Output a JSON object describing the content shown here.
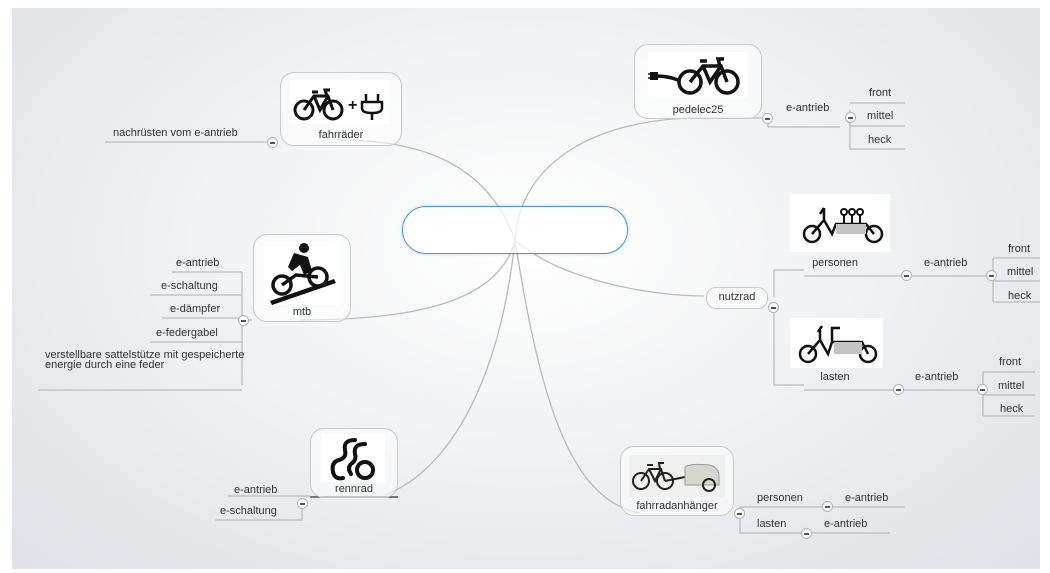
{
  "central": "",
  "nodes": {
    "fahrraeder": {
      "caption": "fahrräder",
      "plug_text": "+",
      "child": "nachrüsten vom e-antrieb"
    },
    "pedelec": {
      "caption": "pedelec25",
      "e_antrieb": "e-antrieb",
      "children": [
        "front",
        "mittel",
        "heck"
      ]
    },
    "mtb": {
      "caption": "mtb",
      "children": [
        "e-antrieb",
        "e-schaltung",
        "e-dämpfer",
        "e-federgabel"
      ],
      "long": "verstellbare sattelstütze mit gespeicherte energie durch eine feder"
    },
    "nutzrad": {
      "caption": "nutzrad",
      "personen": {
        "caption": "personen",
        "e_antrieb": "e-antrieb",
        "children": [
          "front",
          "mittel",
          "heck"
        ]
      },
      "lasten": {
        "caption": "lasten",
        "e_antrieb": "e-antrieb",
        "children": [
          "front",
          "mittel",
          "heck"
        ]
      }
    },
    "rennrad": {
      "caption": "rennrad",
      "children": [
        "e-antrieb",
        "e-schaltung"
      ]
    },
    "anhaenger": {
      "caption": "fahrradanhänger",
      "personen": "personen",
      "lasten": "lasten",
      "personen_e": "e-antrieb",
      "lasten_e": "e-antrieb"
    }
  },
  "icons": {
    "fahrraeder": "bicycle-plug-icon",
    "pedelec": "electric-bicycle-icon",
    "mtb": "mountain-biker-icon",
    "personen": "cargo-bike-passengers-icon",
    "lasten": "cargo-bike-load-icon",
    "rennrad": "road-cyclist-icon",
    "anhaenger": "bike-trailer-icon"
  },
  "colors": {
    "line": "#bbbbbb",
    "central_border": "#4a9ad8",
    "node_border": "#c9c9c9",
    "text": "#333333"
  }
}
